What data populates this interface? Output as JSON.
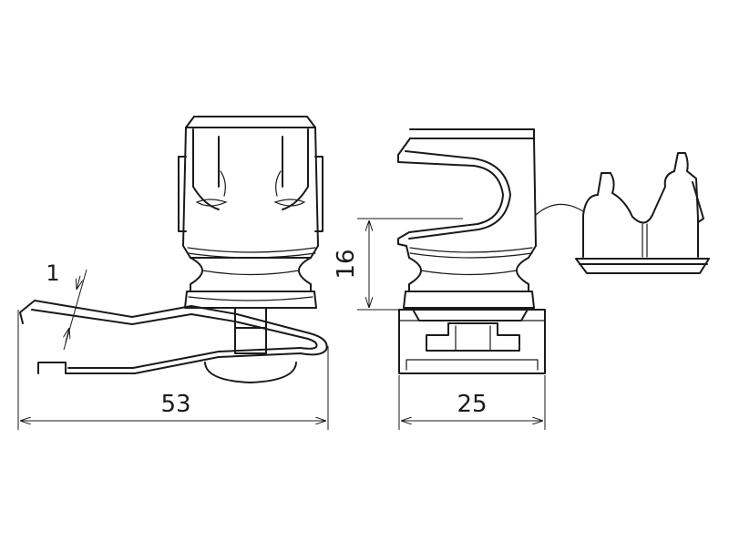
{
  "dimensions": {
    "width_left": "53",
    "width_right": "25",
    "height_right": "16",
    "thickness": "1"
  },
  "colors": {
    "line": "#1a1a1a",
    "background": "#ffffff"
  }
}
